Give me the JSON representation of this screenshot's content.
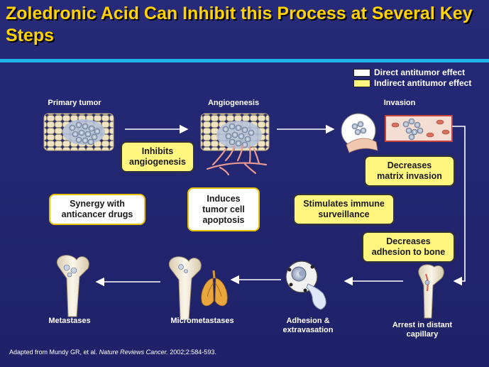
{
  "title": "Zoledronic Acid Can Inhibit this Process at Several Key Steps",
  "legend": {
    "direct": {
      "label": "Direct antitumor effect",
      "color": "#ffffff"
    },
    "indirect": {
      "label": "Indirect antitumor effect",
      "color": "#fff680"
    }
  },
  "stages": {
    "primary_tumor": "Primary tumor",
    "angiogenesis": "Angiogenesis",
    "invasion": "Invasion",
    "arrest": "Arrest in distant\ncapillary",
    "adhesion": "Adhesion &\nextravasation",
    "micrometastases": "Micrometastases",
    "metastases": "Metastases"
  },
  "effects": {
    "inhibits_angiogenesis": "Inhibits\nangiogenesis",
    "decreases_matrix_invasion": "Decreases\nmatrix invasion",
    "synergy": "Synergy with\nanticancer drugs",
    "apoptosis": "Induces\ntumor cell\napoptosis",
    "immune": "Stimulates immune\nsurveillance",
    "adhesion_bone": "Decreases\nadhesion to bone"
  },
  "citation": {
    "prefix": "Adapted from Mundy GR, et al. ",
    "journal": "Nature Reviews Cancer.",
    "suffix": " 2002;2:584-593."
  },
  "colors": {
    "background": "#22256e",
    "title": "#ffd200",
    "rule": "#1fb3e8",
    "arrow": "#ffffff"
  }
}
